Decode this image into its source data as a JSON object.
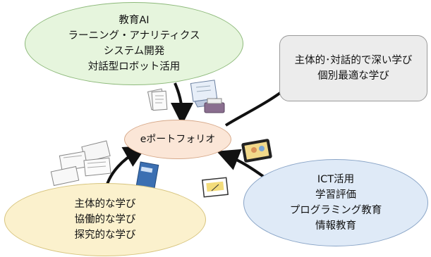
{
  "nodes": {
    "ai_development": {
      "lines": [
        "教育AI",
        "ラーニング・アナリティクス",
        "システム開発",
        "対話型ロボット活用"
      ]
    },
    "deep_learning": {
      "lines": [
        "主体的･対話的で深い学び",
        "個別最適な学び"
      ]
    },
    "eportfolio": {
      "label": "eポートフォリオ"
    },
    "active_learning": {
      "lines": [
        "主体的な学び",
        "協働的な学び",
        "探究的な学び"
      ]
    },
    "ict_use": {
      "lines": [
        "ICT活用",
        "学習評価",
        "プログラミング教育",
        "情報教育"
      ]
    }
  },
  "colors": {
    "arrow": "#111111",
    "ai_development_fill": "#e6f5dd",
    "deep_learning_fill": "#ececec",
    "eportfolio_fill": "#fbe6d7",
    "active_learning_fill": "#fbf1cd",
    "ict_use_fill": "#dfeaf7"
  },
  "illustrations": [
    "document-stack-icon",
    "laptop-printer-icon",
    "worksheet-pile-icon",
    "notebook-icon",
    "tablet-video-icon",
    "presentation-screen-icon"
  ]
}
